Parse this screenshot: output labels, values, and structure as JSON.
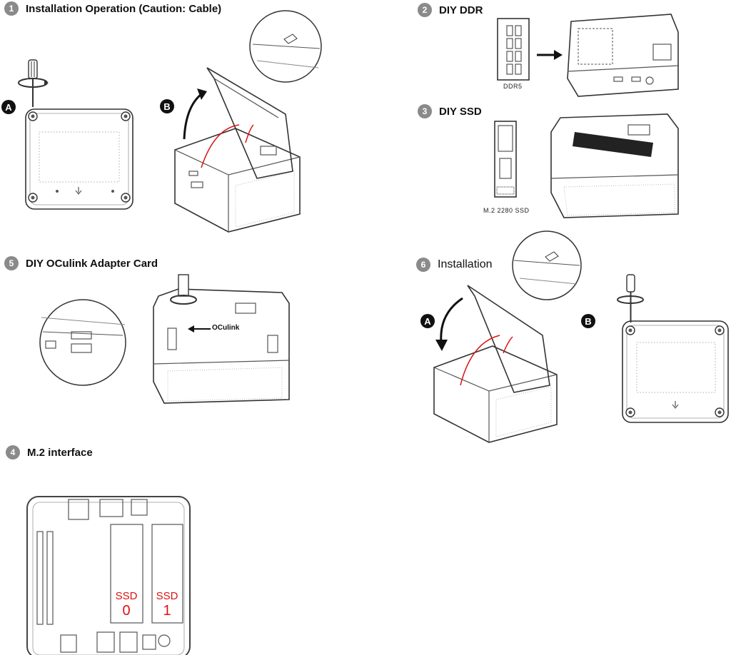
{
  "steps": {
    "s1": {
      "num": "1",
      "title": "Installation Operation (Caution: Cable)"
    },
    "s2": {
      "num": "2",
      "title": "DIY DDR"
    },
    "s3": {
      "num": "3",
      "title": "DIY SSD"
    },
    "s4": {
      "num": "4",
      "title": "M.2 interface"
    },
    "s5": {
      "num": "5",
      "title": "DIY OCulink Adapter Card"
    },
    "s6": {
      "num": "6",
      "title": "Installation"
    }
  },
  "markers": {
    "a": "A",
    "b": "B"
  },
  "labels": {
    "ddr5": "DDR5",
    "ssd_module": "M.2 2280 SSD",
    "oculink": "OCulink",
    "ssd0": "SSD",
    "ssd0_num": "0",
    "ssd1": "SSD",
    "ssd1_num": "1"
  },
  "colors": {
    "accent_red": "#d11111",
    "badge_gray": "#8a8a8a",
    "line": "#555555"
  },
  "icons": [
    "screwdriver-icon",
    "rotate-arrow-icon",
    "curved-arrow-icon",
    "right-arrow-icon",
    "left-arrow-icon"
  ]
}
